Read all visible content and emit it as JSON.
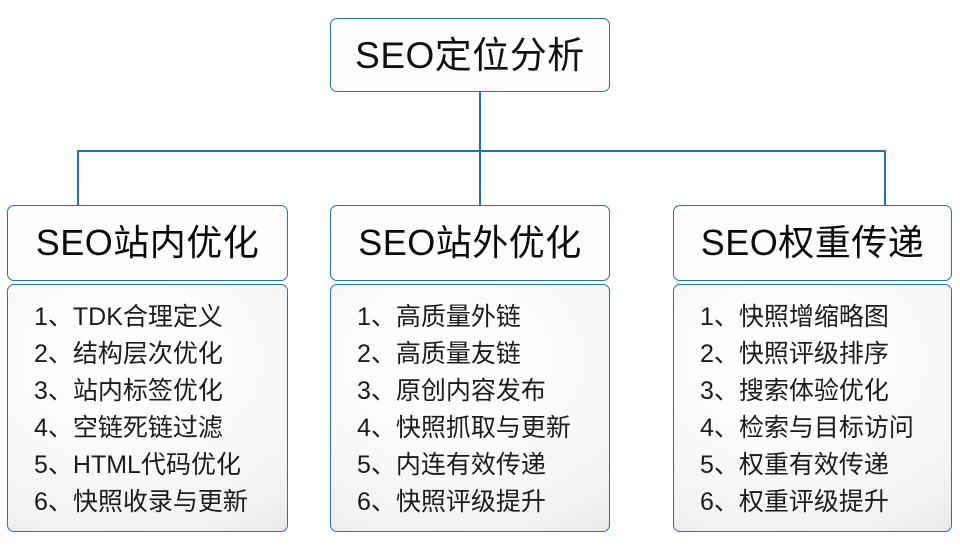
{
  "diagram": {
    "type": "organizational-tree",
    "accent_color": "#1f72ba",
    "text_color": "#111111",
    "background_color": "#ffffff",
    "root": {
      "title": "SEO定位分析"
    },
    "branches": [
      {
        "title": "SEO站内优化",
        "items": [
          {
            "num": "1、",
            "text": "TDK合理定义"
          },
          {
            "num": "2、",
            "text": "结构层次优化"
          },
          {
            "num": "3、",
            "text": "站内标签优化"
          },
          {
            "num": "4、",
            "text": "空链死链过滤"
          },
          {
            "num": "5、",
            "text": "HTML代码优化"
          },
          {
            "num": "6、",
            "text": "快照收录与更新"
          }
        ]
      },
      {
        "title": "SEO站外优化",
        "items": [
          {
            "num": "1、",
            "text": "高质量外链"
          },
          {
            "num": "2、",
            "text": "高质量友链"
          },
          {
            "num": "3、",
            "text": "原创内容发布"
          },
          {
            "num": "4、",
            "text": "快照抓取与更新"
          },
          {
            "num": "5、",
            "text": "内连有效传递"
          },
          {
            "num": "6、",
            "text": "快照评级提升"
          }
        ]
      },
      {
        "title": "SEO权重传递",
        "items": [
          {
            "num": "1、",
            "text": "快照增缩略图"
          },
          {
            "num": "2、",
            "text": "快照评级排序"
          },
          {
            "num": "3、",
            "text": "搜索体验优化"
          },
          {
            "num": "4、",
            "text": "检索与目标访问"
          },
          {
            "num": "5、",
            "text": "权重有效传递"
          },
          {
            "num": "6、",
            "text": "权重评级提升"
          }
        ]
      }
    ]
  }
}
